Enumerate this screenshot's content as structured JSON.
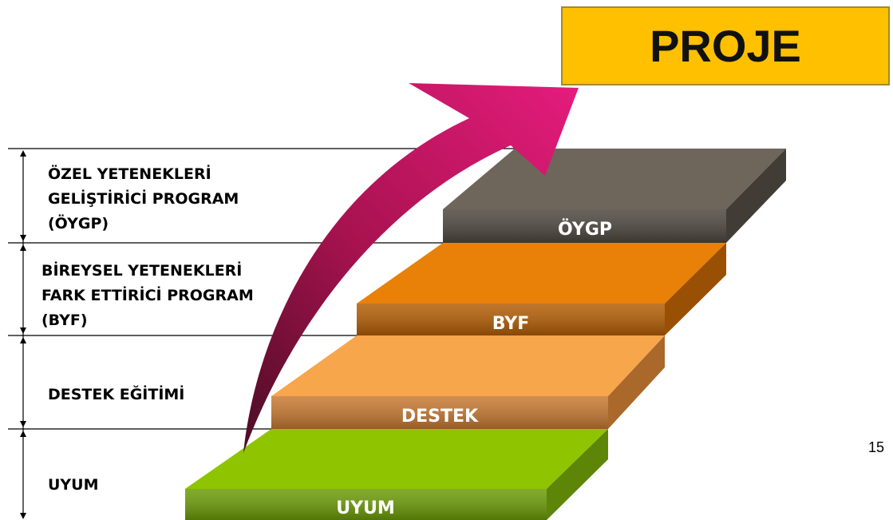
{
  "title": "PROJE",
  "page_number": "15",
  "steps": [
    {
      "id": "uyum",
      "label": "UYUM",
      "top": "#8fc400",
      "front": "#6d9d08",
      "text_color": "#ffffff"
    },
    {
      "id": "destek",
      "label": "DESTEK",
      "top": "#f8a64c",
      "front": "#c87a32",
      "text_color": "#ffffff"
    },
    {
      "id": "byf",
      "label": "BYF",
      "top": "#e98008",
      "front": "#b45e05",
      "text_color": "#ffffff"
    },
    {
      "id": "oygp",
      "label": "ÖYGP",
      "top": "#6e665b",
      "front": "#4d473f",
      "text_color": "#ffffff"
    }
  ],
  "side_labels": {
    "oygp": [
      "ÖZEL YETENEKLERİ",
      "GELİŞTİRİCİ PROGRAM",
      "(ÖYGP)"
    ],
    "byf": [
      "BİREYSEL YETENEKLERİ",
      "FARK ETTİRİCİ PROGRAM",
      "(BYF)"
    ],
    "destek": [
      "DESTEK EĞİTİMİ"
    ],
    "uyum": [
      "UYUM"
    ]
  },
  "colors": {
    "arrow_light": "#e0197a",
    "arrow_dark": "#5a0f2a",
    "title_box": "#ffc000"
  }
}
